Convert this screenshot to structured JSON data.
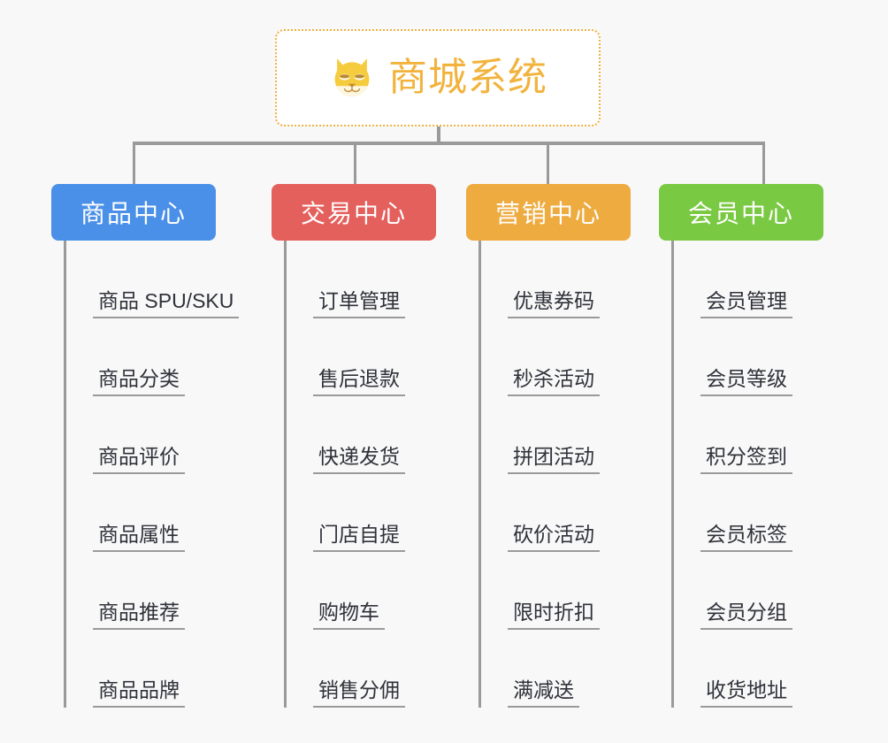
{
  "background_color": "#f8f8f8",
  "root": {
    "title": "商城系统",
    "icon": "dog-face-icon",
    "border_color": "#f0b040",
    "text_color": "#f2b33d",
    "background": "#ffffff"
  },
  "line_color": "#9a9a9a",
  "columns": [
    {
      "id": "product-center",
      "label": "商品中心",
      "color": "#4a90e8",
      "items": [
        "商品 SPU/SKU",
        "商品分类",
        "商品评价",
        "商品属性",
        "商品推荐",
        "商品品牌"
      ]
    },
    {
      "id": "trade-center",
      "label": "交易中心",
      "color": "#e4605c",
      "items": [
        "订单管理",
        "售后退款",
        "快递发货",
        "门店自提",
        "购物车",
        "销售分佣"
      ]
    },
    {
      "id": "marketing-center",
      "label": "营销中心",
      "color": "#eeab40",
      "items": [
        "优惠券码",
        "秒杀活动",
        "拼团活动",
        "砍价活动",
        "限时折扣",
        "满减送"
      ]
    },
    {
      "id": "member-center",
      "label": "会员中心",
      "color": "#7ac943",
      "items": [
        "会员管理",
        "会员等级",
        "积分签到",
        "会员标签",
        "会员分组",
        "收货地址"
      ]
    }
  ]
}
